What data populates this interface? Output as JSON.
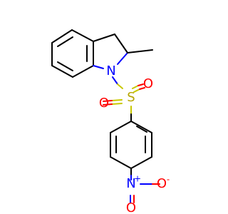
{
  "diagram": {
    "atoms": {
      "n1": "N",
      "s1": "S",
      "o1": "O",
      "o2": "O",
      "n2": "N",
      "n2_charge": "+",
      "o3": "O",
      "o3_charge": "-"
    },
    "colors": {
      "bond": "#000000",
      "nitrogen": "#0000ff",
      "oxygen": "#ff0000",
      "sulfur": "#b7a600"
    }
  }
}
